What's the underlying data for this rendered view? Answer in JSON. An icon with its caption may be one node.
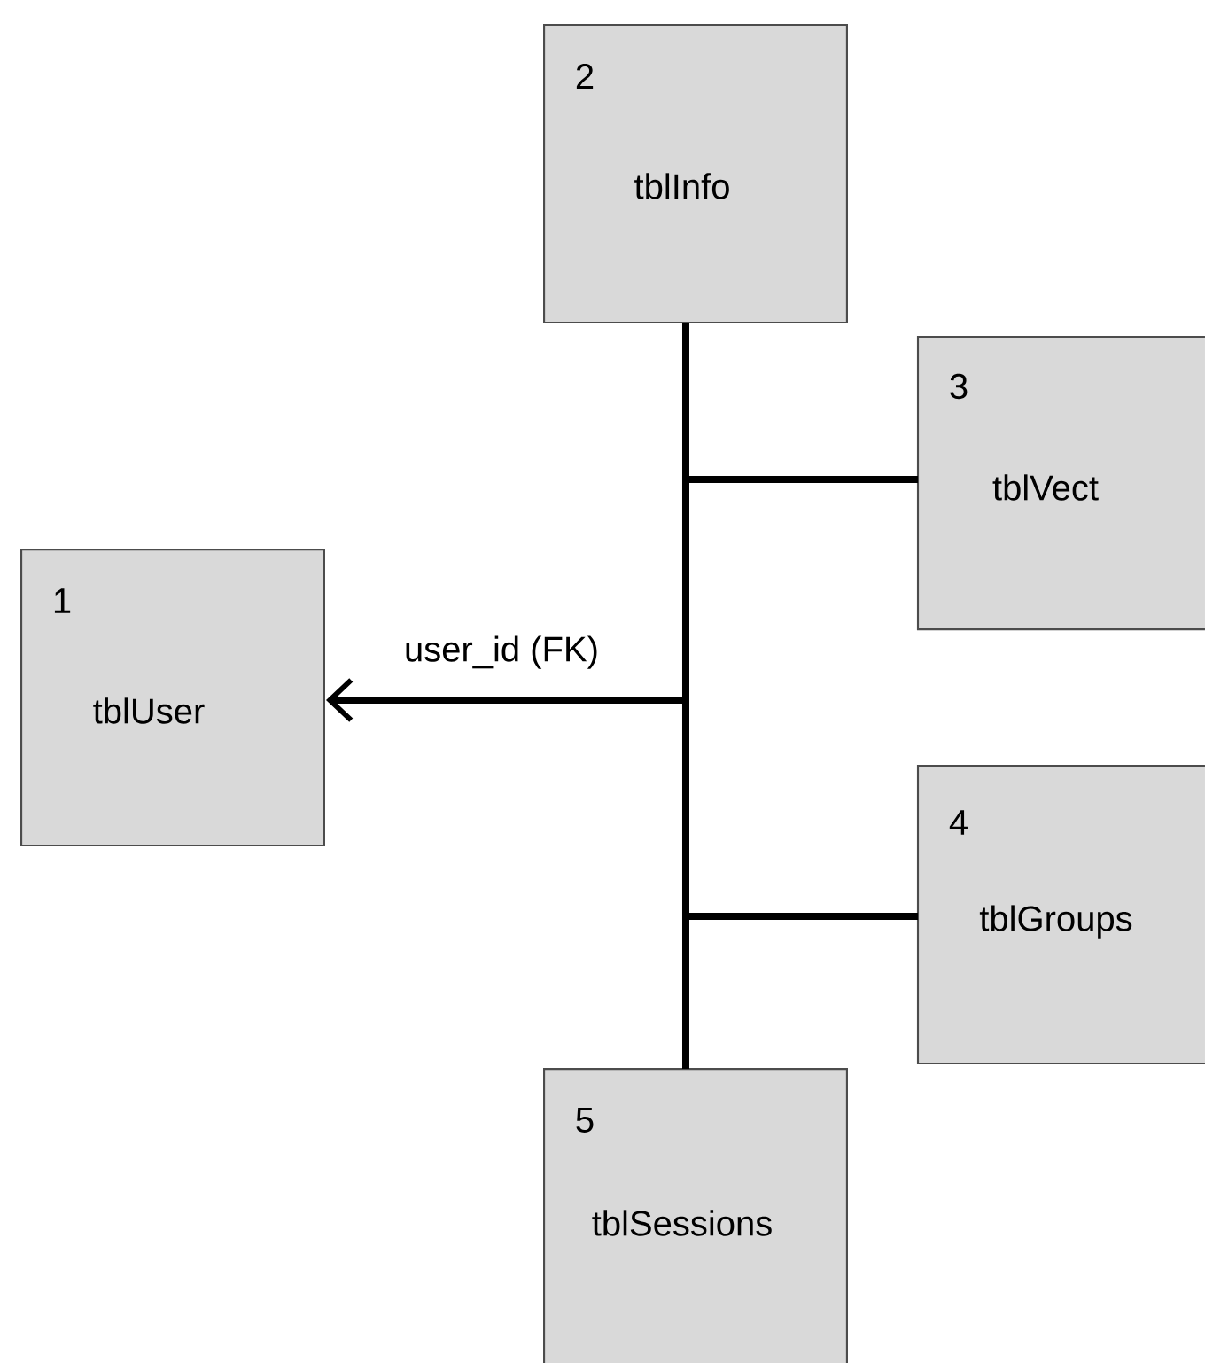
{
  "diagram": {
    "nodes": [
      {
        "text": [
          "1",
          "tblUser"
        ]
      },
      {
        "text": [
          "2",
          "tblInfo"
        ]
      },
      {
        "text": [
          "3",
          "tblVect"
        ]
      },
      {
        "text": [
          "4",
          "tblGroups"
        ]
      },
      {
        "text": [
          "5",
          "tblSessions"
        ]
      }
    ],
    "edges": [
      {
        "from": 1,
        "to": 0,
        "arrow": "to",
        "label": "user_id (FK)"
      },
      {
        "from": 2,
        "to": 0,
        "arrow": "to"
      },
      {
        "from": 3,
        "to": 0,
        "arrow": "to"
      },
      {
        "from": 4,
        "to": 0,
        "arrow": "to"
      }
    ]
  }
}
